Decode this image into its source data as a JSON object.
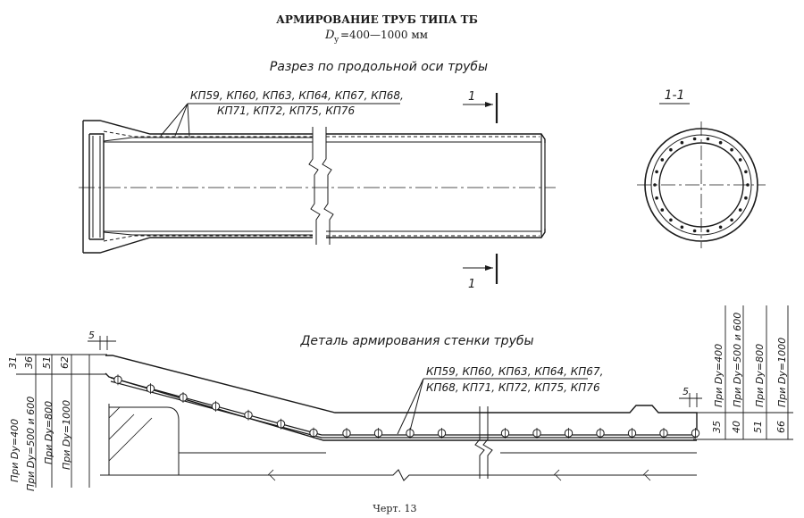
{
  "header": {
    "title": "АРМИРОВАНИЕ ТРУБ ТИПА ТБ",
    "range_symbol": "D",
    "range_sub": "у",
    "range_value": "=400—1000 мм"
  },
  "longitudinal": {
    "heading": "Разрез по продольной оси трубы",
    "callout_line1": "КП59, КП60, КП63, КП64, КП67, КП68,",
    "callout_line2": "КП71, КП72, КП75, КП76",
    "section_mark": "1"
  },
  "cross_section": {
    "label": "1-1"
  },
  "detail": {
    "heading": "Деталь армирования стенки трубы",
    "callout_line1": "КП59, КП60, КП63, КП64, КП67,",
    "callout_line2": "КП68, КП71, КП72, КП75, КП76",
    "left_top_dim": "5",
    "right_top_dim": "5",
    "left_dims": [
      "31",
      "36",
      "51",
      "62"
    ],
    "left_labels": [
      "При Dy=400",
      "При Dy=500 и 600",
      "При Dy=800",
      "При Dy=1000"
    ],
    "right_dims": [
      "35",
      "40",
      "51",
      "66"
    ],
    "right_labels": [
      "При Dy=400",
      "При Dy=500 и 600",
      "При Dy=800",
      "При Dy=1000"
    ]
  },
  "footer": {
    "caption": "Черт. 13"
  }
}
